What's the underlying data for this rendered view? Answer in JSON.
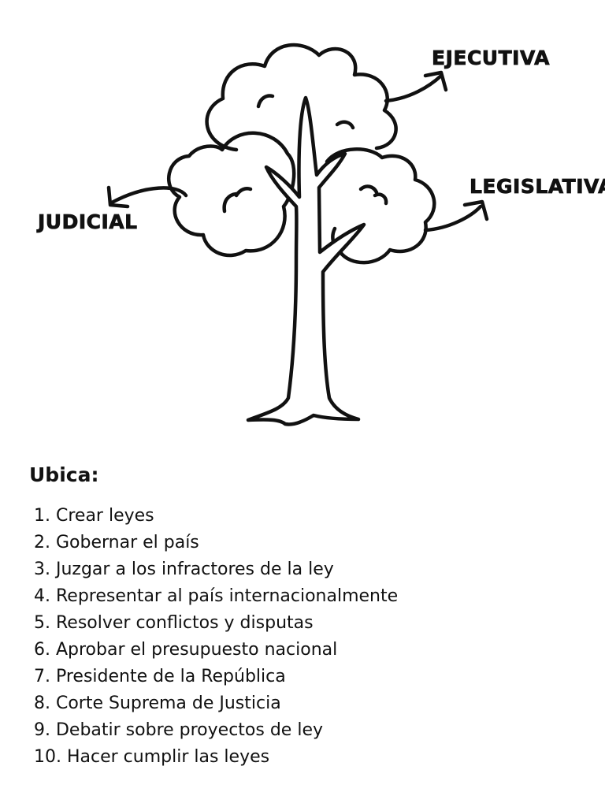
{
  "diagram": {
    "labels": {
      "top": "EJECUTIVA",
      "right": "LEGISLATIVA",
      "left": "JUDICIAL"
    }
  },
  "instructions": {
    "title": "Ubica:",
    "items": [
      "1. Crear leyes",
      "2. Gobernar el país",
      "3. Juzgar a los infractores de la ley",
      "4. Representar al país internacionalmente",
      "5. Resolver conflictos y disputas",
      "6. Aprobar el presupuesto nacional",
      "7. Presidente de la República",
      "8. Corte Suprema de Justicia",
      "9. Debatir sobre proyectos de ley",
      "10. Hacer cumplir las leyes"
    ]
  },
  "colors": {
    "ink": "#111111",
    "background": "#ffffff"
  }
}
